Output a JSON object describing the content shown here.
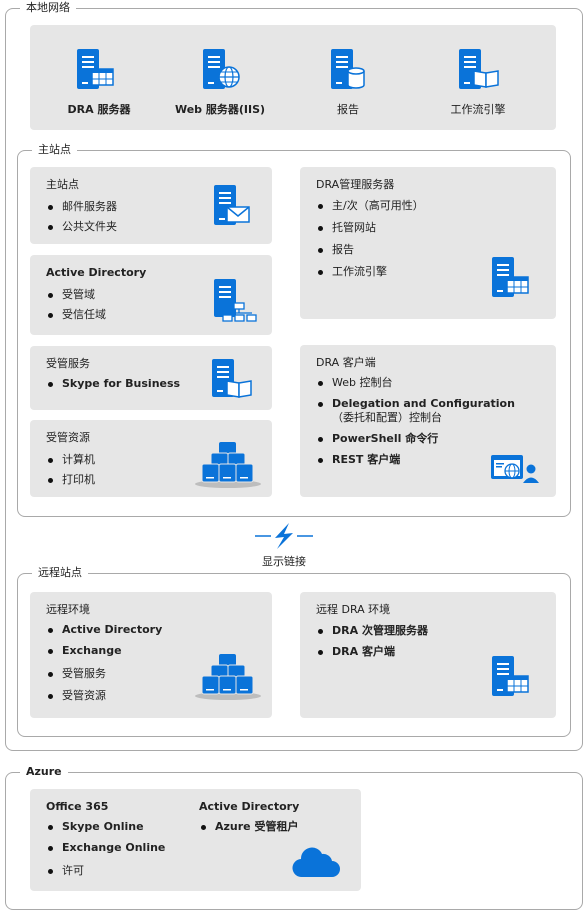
{
  "local_network": {
    "label": "本地网络",
    "servers": [
      {
        "label": "DRA 服务器",
        "icon": "server-sheet-icon"
      },
      {
        "label": "Web 服务器(IIS)",
        "icon": "server-globe-icon"
      },
      {
        "label": "报告",
        "icon": "server-database-icon"
      },
      {
        "label": "工作流引擎",
        "icon": "server-book-icon"
      }
    ]
  },
  "primary_site": {
    "label": "主站点",
    "main_site_panel": {
      "title": "主站点",
      "items": [
        "邮件服务器",
        "公共文件夹"
      ]
    },
    "active_directory_panel": {
      "title": "Active Directory",
      "items": [
        "受管域",
        "受信任域"
      ]
    },
    "managed_services_panel": {
      "title": "受管服务",
      "items": [
        "Skype for Business"
      ]
    },
    "managed_resources_panel": {
      "title": "受管资源",
      "items": [
        "计算机",
        "打印机"
      ]
    },
    "dra_admin_panel": {
      "title": "DRA管理服务器",
      "items": [
        "主/次（高可用性）",
        "托管网站",
        "报告",
        "工作流引擎"
      ]
    },
    "dra_client_panel": {
      "title": "DRA 客户端",
      "items": [
        {
          "main": "Web 控制台"
        },
        {
          "main": "Delegation and Configuration",
          "sub": "（委托和配置）控制台"
        },
        {
          "main": "PowerShell 命令行"
        },
        {
          "main": "REST 客户端"
        }
      ]
    }
  },
  "link": {
    "label": "显示链接"
  },
  "remote_site": {
    "label": "远程站点",
    "remote_env_panel": {
      "title": "远程环境",
      "items": [
        "Active Directory",
        "Exchange",
        "受管服务",
        "受管资源"
      ]
    },
    "remote_dra_panel": {
      "title": "远程 DRA 环境",
      "items": [
        "DRA 次管理服务器",
        "DRA 客户端"
      ]
    }
  },
  "azure": {
    "label": "Azure",
    "office_column": {
      "title": "Office 365",
      "items": [
        "Skype Online",
        "Exchange Online",
        "许可"
      ]
    },
    "ad_column": {
      "title": "Active Directory",
      "items": [
        "Azure 受管租户"
      ]
    }
  },
  "colors": {
    "accent_blue": "#0a73d9",
    "panel_gray": "#e6e6e6",
    "border_gray": "#a9a9a9"
  }
}
